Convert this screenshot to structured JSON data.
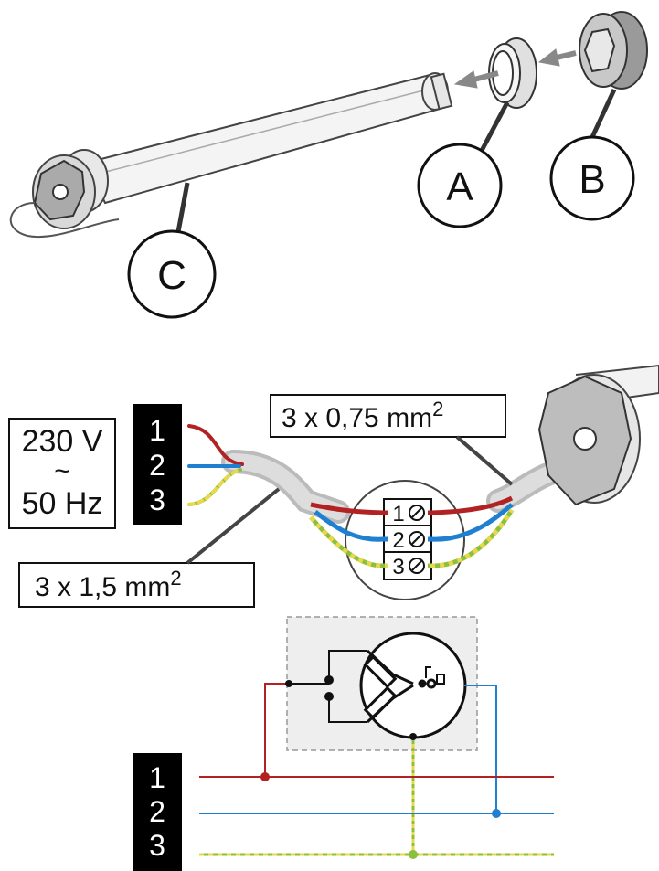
{
  "callouts": {
    "a": "A",
    "b": "B",
    "c": "C"
  },
  "supply": {
    "voltage": "230 V",
    "tilde": "~",
    "frequency": "50 Hz"
  },
  "cable_motor": "3 x 0,75 mm",
  "cable_supply": "3 x 1,5 mm",
  "squared_mark": "2",
  "terminals": [
    "1",
    "2",
    "3"
  ],
  "wire_numbers_top": [
    "1",
    "2",
    "3"
  ],
  "wire_numbers_bottom": [
    "1",
    "2",
    "3"
  ],
  "colors": {
    "phase_red": "#b22222",
    "neutral_blue": "#1f7fd0",
    "earth_green": "#8dbf3f",
    "earth_yellow": "#e8d84a",
    "housing_gray": "#555555"
  }
}
